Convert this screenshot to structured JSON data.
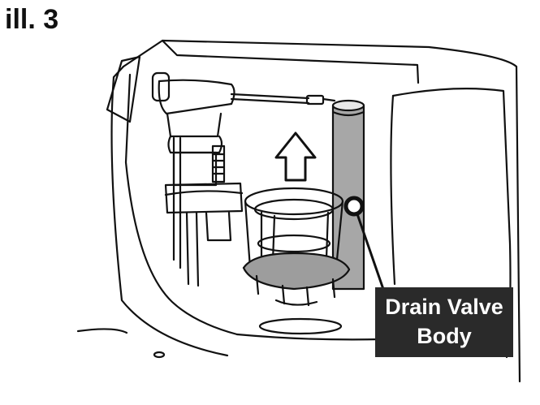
{
  "figure": {
    "title": "ill. 3",
    "callout": {
      "line1": "Drain Valve",
      "line2": "Body"
    }
  },
  "colors": {
    "ink": "#111111",
    "tube_fill": "#a7a7a7",
    "base_fill": "#9d9d9d",
    "callout_bg": "#2a2a2a",
    "callout_text": "#ffffff"
  },
  "icons": [
    "up-arrow-icon",
    "callout-marker-icon"
  ]
}
